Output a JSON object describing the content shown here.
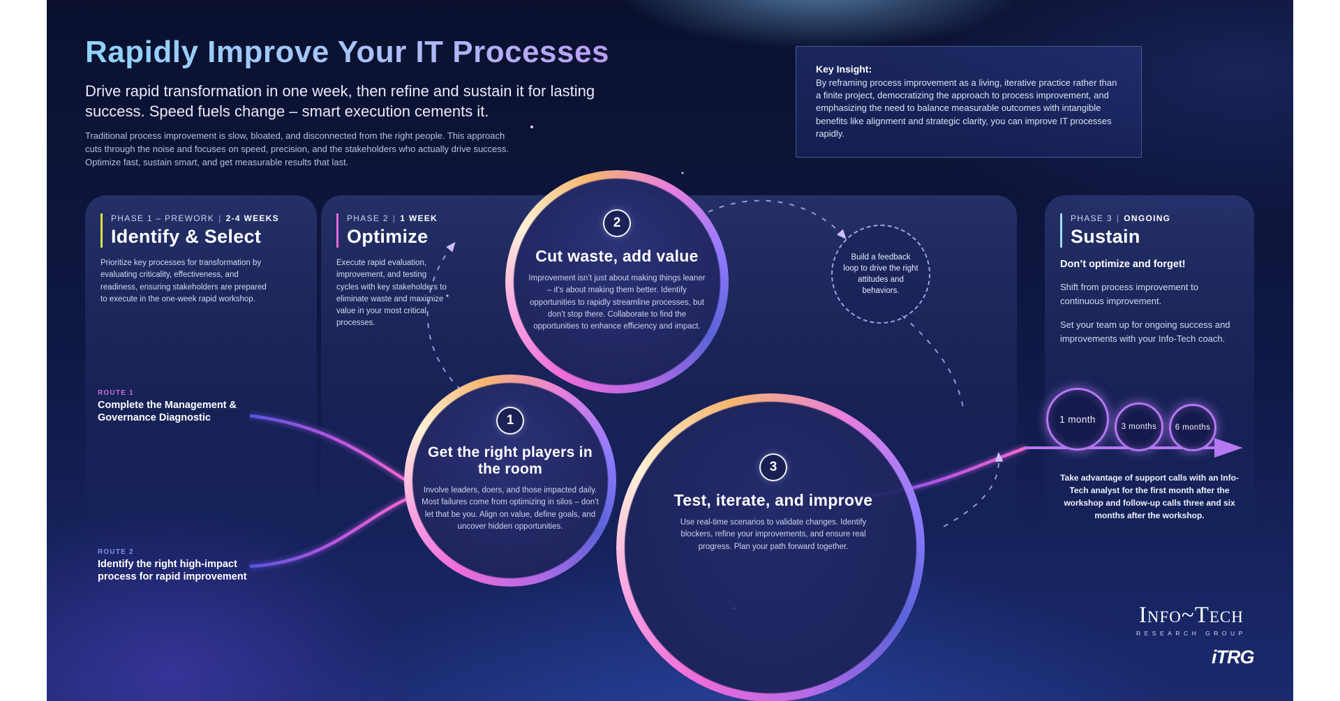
{
  "header": {
    "title": "Rapidly Improve Your IT Processes",
    "subtitle": "Drive rapid transformation in one week, then refine and sustain it for lasting success. Speed fuels change – smart execution cements it.",
    "intro": "Traditional process improvement is slow, bloated, and disconnected from the right people. This approach cuts through the noise and focuses on speed, precision, and the stakeholders who actually drive success. Optimize fast, sustain smart, and get measurable results that last."
  },
  "key_insight": {
    "label": "Key Insight:",
    "text": "By reframing process improvement as a living, iterative practice rather than a finite project, democratizing the approach to process improvement, and emphasizing the need to balance measurable outcomes with intangible benefits like alignment and strategic clarity, you can improve IT processes rapidly."
  },
  "phases": [
    {
      "eyebrow": "PHASE 1 – PREWORK",
      "divider": "|",
      "duration": "2-4 WEEKS",
      "title": "Identify & Select",
      "body": "Prioritize key processes for transformation by evaluating criticality, effectiveness, and readiness, ensuring stakeholders are prepared to execute in the one-week rapid workshop."
    },
    {
      "eyebrow": "PHASE 2",
      "divider": "|",
      "duration": "1 WEEK",
      "title": "Optimize",
      "body": "Execute rapid evaluation, improvement, and testing cycles with key stakeholders to eliminate waste and maximize value in your most critical processes."
    },
    {
      "eyebrow": "PHASE 3",
      "divider": "|",
      "duration": "ONGOING",
      "title": "Sustain",
      "lead": "Don’t optimize and forget!",
      "body": "Shift from process improvement to continuous improvement.",
      "body2": "Set your team up for ongoing success and improvements with your Info-Tech coach."
    }
  ],
  "routes": [
    {
      "label": "ROUTE 1",
      "text": "Complete the Management & Governance Diagnostic"
    },
    {
      "label": "ROUTE 2",
      "text": "Identify the right high-impact process for rapid improvement"
    }
  ],
  "steps": [
    {
      "number": "1",
      "title": "Get the right players in the room",
      "body": "Involve leaders, doers, and those impacted daily. Most failures come from optimizing in silos – don’t let that be you. Align on value, define goals, and uncover hidden opportunities."
    },
    {
      "number": "2",
      "title": "Cut waste, add value",
      "body": "Improvement isn’t just about making things leaner – it’s about making them better. Identify opportunities to rapidly streamline processes, but don’t stop there. Collaborate to find the opportunities to enhance efficiency and impact."
    },
    {
      "number": "3",
      "title": "Test, iterate, and improve",
      "body": "Use real-time scenarios to validate changes. Identify blockers, refine your improvements, and ensure real progress. Plan your path forward together."
    }
  ],
  "feedback_loop": {
    "text": "Build a feedback loop to drive the right attitudes and behaviors."
  },
  "timeline": {
    "milestones": [
      "1 month",
      "3 months",
      "6 months"
    ],
    "note": "Take advantage of support calls with an Info-Tech analyst for the first month after the workshop and follow-up calls three and six months after the workshop."
  },
  "branding": {
    "logo_main": "Info~Tech",
    "logo_sub": "RESEARCH GROUP",
    "logo_small": "iTRG"
  },
  "colors": {
    "background_top": "#0a102e",
    "background_bottom": "#1a2a6e",
    "title_gradient_start": "#8fd4fa",
    "title_gradient_end": "#bb9df5",
    "accent_phase1": "#d9e43f",
    "accent_phase2": "#e76bd9",
    "accent_phase3": "#9fdcf5",
    "route1_label": "#c470d8",
    "route2_label": "#7e8fe8",
    "neon_pink": "#ef6cd9",
    "neon_gold": "#f5b66e",
    "neon_purple": "#8f7bff",
    "timeline_purple": "#b678f2"
  }
}
